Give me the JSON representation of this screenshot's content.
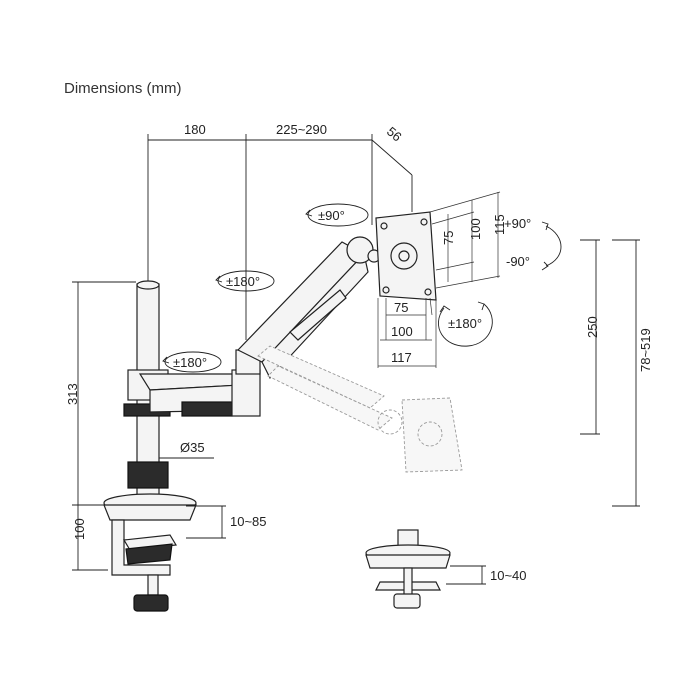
{
  "title": "Dimensions (mm)",
  "dims": {
    "arm_reach_1": "180",
    "arm_reach_2": "225~290",
    "depth": "56",
    "vesa_h_75": "75",
    "vesa_h_100": "100",
    "vesa_h_115": "115",
    "vesa_w_75": "75",
    "vesa_w_100": "100",
    "vesa_w_117": "117",
    "pole_height": "313",
    "clamp_height": "100",
    "pole_diameter": "Ø35",
    "clamp_range": "10~85",
    "grommet_range": "10~40",
    "height_adjust": "250",
    "height_range": "78~519"
  },
  "rotations": {
    "swivel_90": "±90°",
    "tilt_up": "+90°",
    "tilt_down": "-90°",
    "rotate_180": "±180°",
    "arm_180": "±180°",
    "base_180": "±180°"
  }
}
